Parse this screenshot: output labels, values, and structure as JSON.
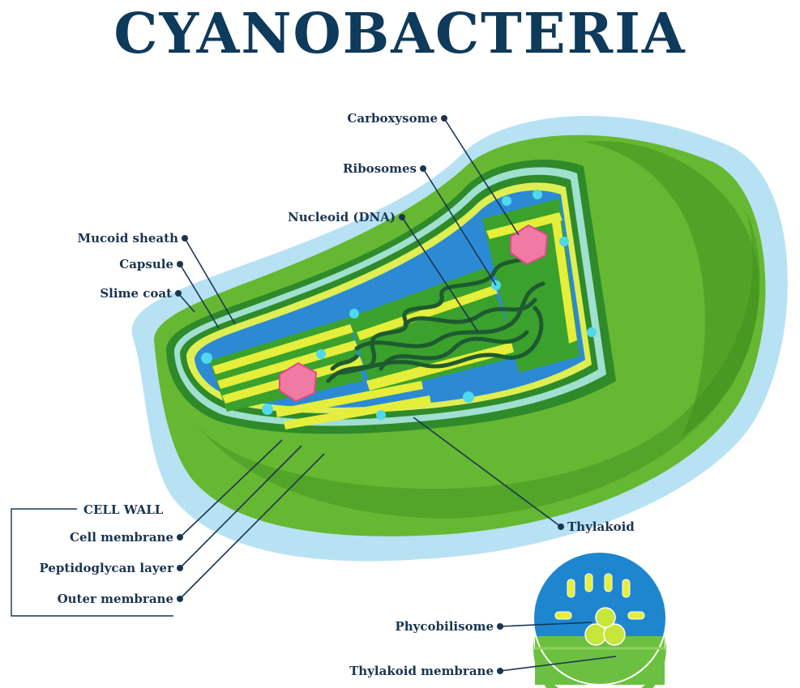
{
  "title": "CYANOBACTERIA",
  "labels": {
    "carboxysome": "Carboxysome",
    "ribosomes": "Ribosomes",
    "nucleoid": "Nucleoid (DNA)",
    "mucoid_sheath": "Mucoid sheath",
    "capsule": "Capsule",
    "slime_coat": "Slime coat",
    "cell_wall": "CELL WALL",
    "cell_membrane": "Cell membrane",
    "peptidoglycan": "Peptidoglycan layer",
    "outer_membrane": "Outer membrane",
    "thylakoid": "Thylakoid",
    "phycobilisome": "Phycobilisome",
    "thylakoid_membrane": "Thylakoid membrane"
  },
  "colors": {
    "title": "#0e3a5b",
    "label_text": "#1b3550",
    "sheath_blue": "#a9dcf2",
    "cell_green": "#5fb32e",
    "thylakoid_yellow": "#e5ee3a",
    "cytoplasm_blue": "#2a8fd6",
    "carboxysome_pink": "#f07aa3",
    "ribosome_cyan": "#4fd8ee"
  }
}
